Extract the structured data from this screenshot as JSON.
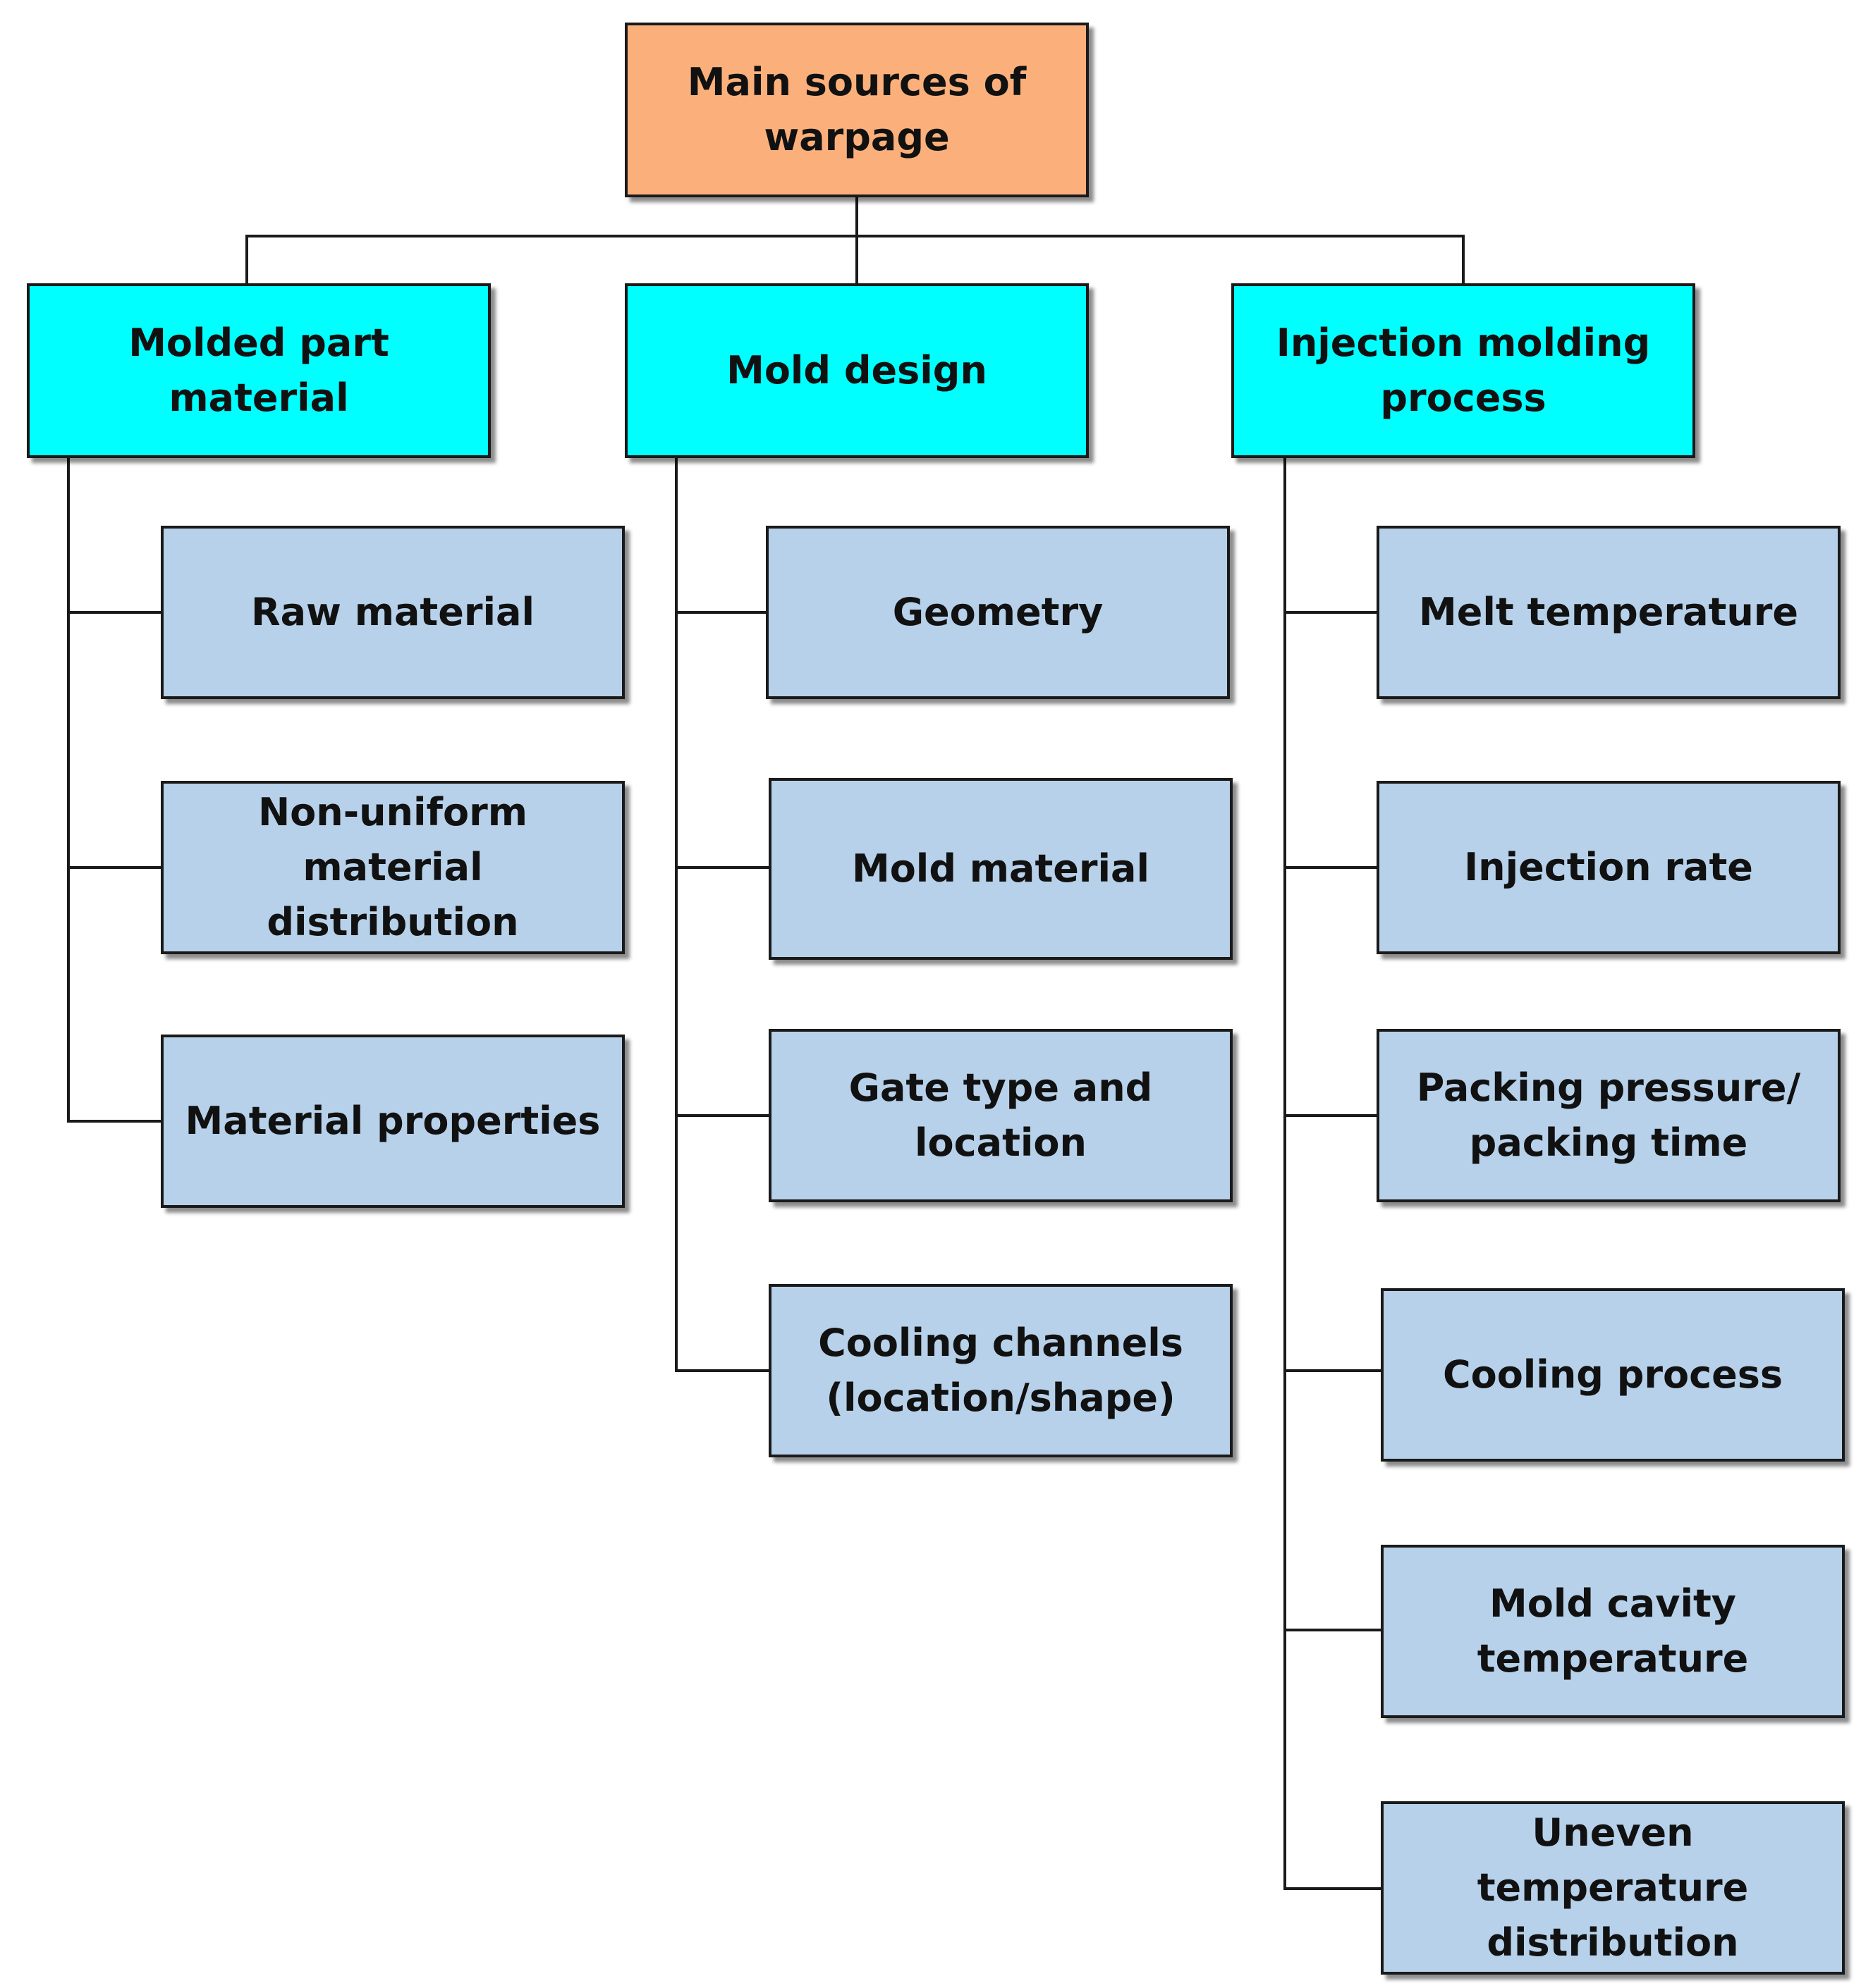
{
  "root": {
    "label": "Main sources of\nwarpage"
  },
  "categories": [
    {
      "label": "Molded part material",
      "children": [
        "Raw material",
        "Non-uniform material\ndistribution",
        "Material properties"
      ]
    },
    {
      "label": "Mold design",
      "children": [
        "Geometry",
        "Mold material",
        "Gate type and\nlocation",
        "Cooling channels\n(location/shape)"
      ]
    },
    {
      "label": "Injection molding\nprocess",
      "children": [
        "Melt temperature",
        "Injection rate",
        "Packing pressure/\npacking time",
        "Cooling process",
        "Mold cavity\ntemperature",
        "Uneven temperature\ndistribution"
      ]
    }
  ],
  "colors": {
    "root_fill": "#fbb07b",
    "category_fill": "#00ffff",
    "leaf_fill": "#b7d1ea",
    "line": "#1a1a1a"
  }
}
